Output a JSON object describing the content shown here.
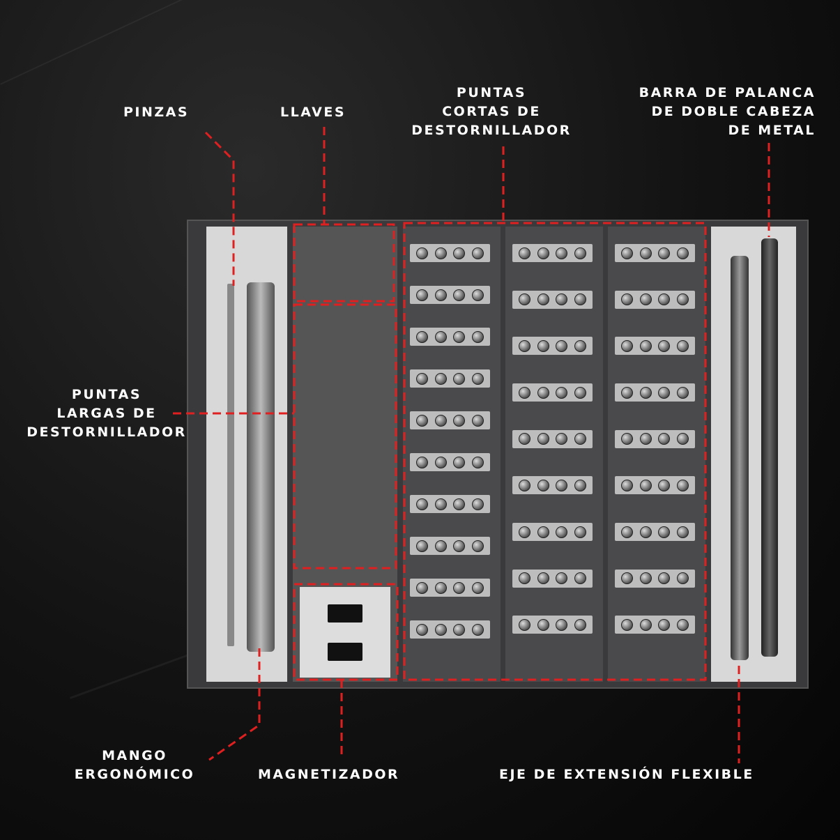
{
  "labels": {
    "pinzas": "PINZAS",
    "llaves": "LLAVES",
    "puntas_cortas": [
      "PUNTAS",
      "CORTAS DE",
      "DESTORNILLADOR"
    ],
    "barra": [
      "BARRA DE PALANCA",
      "DE DOBLE CABEZA",
      "DE METAL"
    ],
    "puntas_largas": [
      "PUNTAS",
      "LARGAS DE",
      "DESTORNILLADOR"
    ],
    "mango": [
      "MANGO",
      "ERGONÓMICO"
    ],
    "magnetizador": "MAGNETIZADOR",
    "eje": "EJE DE EXTENSIÓN FLEXIBLE"
  },
  "colors": {
    "accent": "#e02020"
  },
  "bit_columns": [
    10,
    9,
    9
  ]
}
